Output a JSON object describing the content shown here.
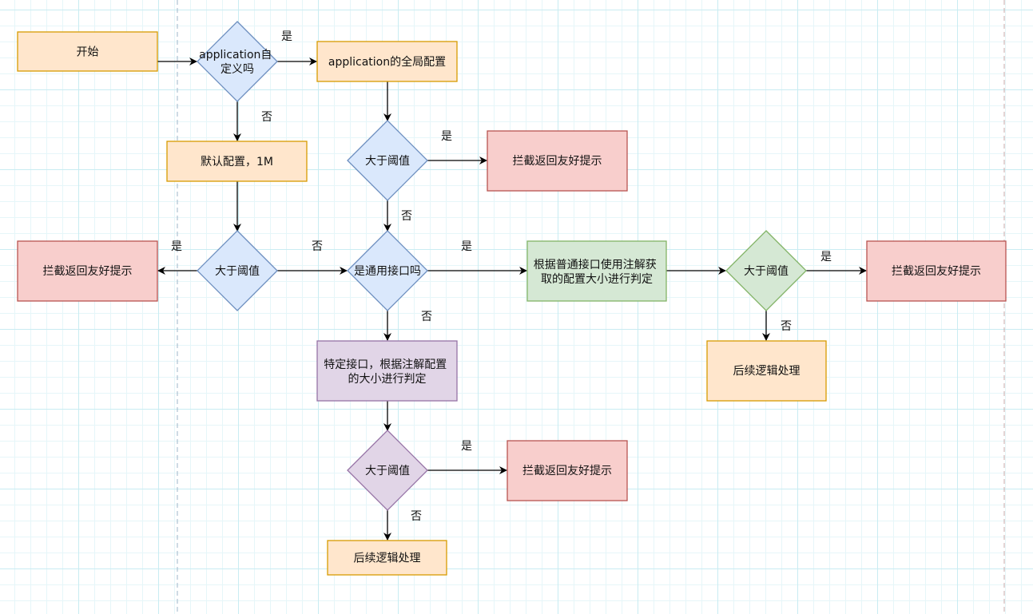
{
  "nodes": {
    "start": "开始",
    "custom_q": [
      "application自",
      "定义吗"
    ],
    "global_cfg": "application的全局配置",
    "default_cfg": "默认配置，1M",
    "threshold_global": "大于阈值",
    "intercept_1": "拦截返回友好提示",
    "threshold_default": "大于阈值",
    "intercept_2": "拦截返回友好提示",
    "common_api_q": "是通用接口吗",
    "common_api_proc": [
      "根据普通接口使用注解获",
      "取的配置大小进行判定"
    ],
    "threshold_common": "大于阈值",
    "intercept_3": "拦截返回友好提示",
    "followup_1": "后续逻辑处理",
    "special_api_proc": [
      "特定接口，根据注解配置",
      "的大小进行判定"
    ],
    "threshold_special": "大于阈值",
    "intercept_4": "拦截返回友好提示",
    "followup_2": "后续逻辑处理"
  },
  "edge_labels": {
    "yes": "是",
    "no": "否"
  },
  "colors": {
    "orange_fill": "#ffe6cc",
    "orange_stroke": "#d79b00",
    "blue_fill": "#dae8fc",
    "blue_stroke": "#6c8ebf",
    "red_fill": "#f8cecc",
    "red_stroke": "#b85450",
    "green_fill": "#d5e8d4",
    "green_stroke": "#82b366",
    "purple_fill": "#e1d5e7",
    "purple_stroke": "#9673a6"
  }
}
